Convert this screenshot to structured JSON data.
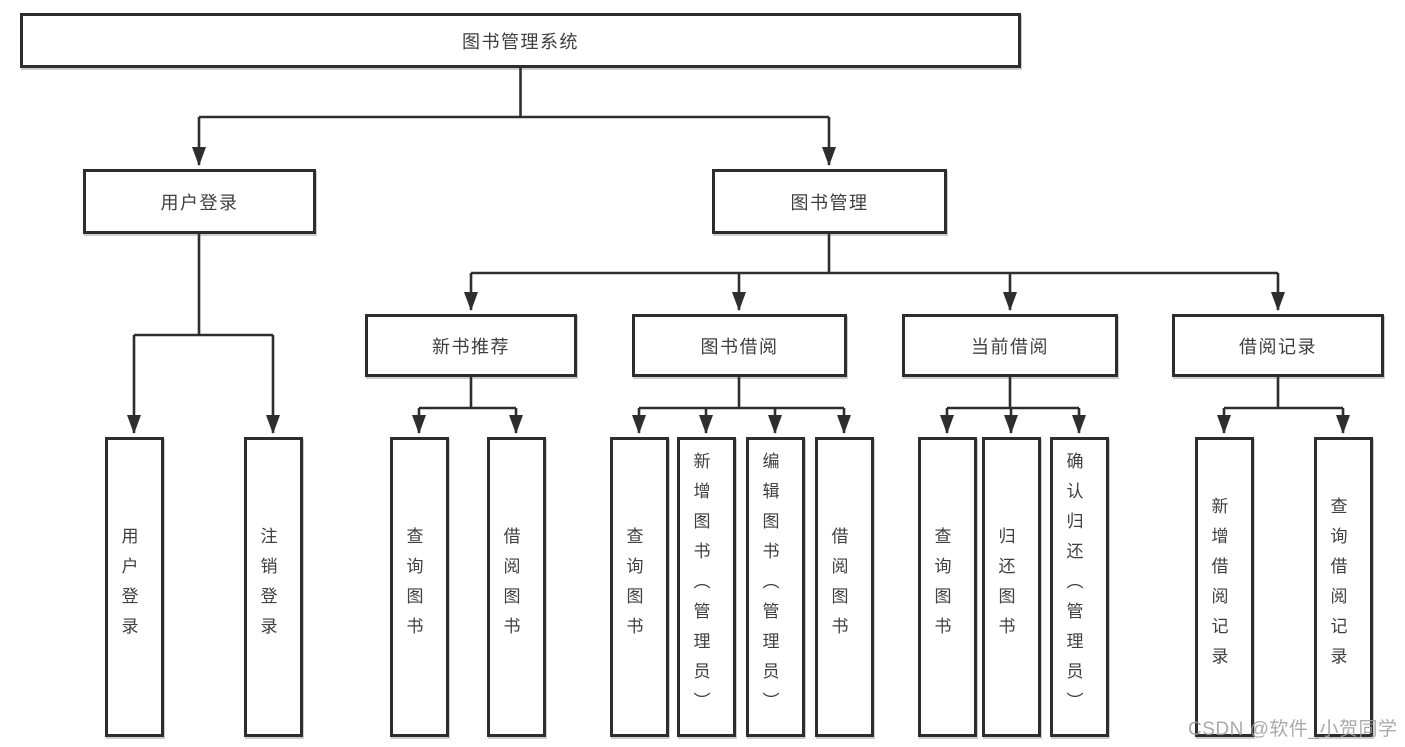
{
  "diagram": {
    "tree": {
      "label": "图书管理系统",
      "children": [
        {
          "label": "用户登录",
          "children": [
            {
              "label": "用户登录"
            },
            {
              "label": "注销登录"
            }
          ]
        },
        {
          "label": "图书管理",
          "children": [
            {
              "label": "新书推荐",
              "children": [
                {
                  "label": "查询图书"
                },
                {
                  "label": "借阅图书"
                }
              ]
            },
            {
              "label": "图书借阅",
              "children": [
                {
                  "label": "查询图书"
                },
                {
                  "label": "新增图书（管理员）"
                },
                {
                  "label": "编辑图书（管理员）"
                },
                {
                  "label": "借阅图书"
                }
              ]
            },
            {
              "label": "当前借阅",
              "children": [
                {
                  "label": "查询图书"
                },
                {
                  "label": "归还图书"
                },
                {
                  "label": "确认归还（管理员）"
                }
              ]
            },
            {
              "label": "借阅记录",
              "children": [
                {
                  "label": "新增借阅记录"
                },
                {
                  "label": "查询借阅记录"
                }
              ]
            }
          ]
        }
      ]
    },
    "colors": {
      "line": "#2e2e2e",
      "box_border": "#2d2d2d",
      "text": "#3f3f3f",
      "background": "#ffffff",
      "watermark": "#9e9e9e"
    }
  },
  "watermark": {
    "text": "CSDN @软件_小贺同学"
  }
}
